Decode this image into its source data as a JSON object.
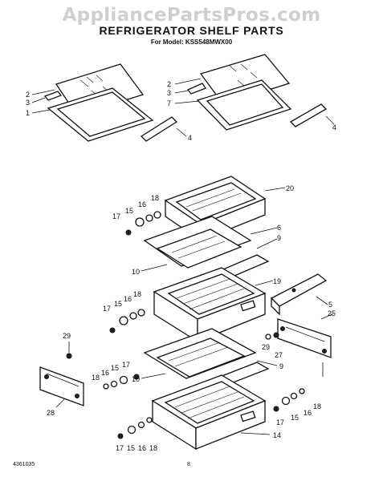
{
  "watermark": "AppliancePartsPros.com",
  "title": "REFRIGERATOR SHELF PARTS",
  "model_line": "For Model: KSS548MWX00",
  "footer": {
    "doc_number": "4361035",
    "page_number": "8"
  },
  "callouts": {
    "top_left": [
      "2",
      "3",
      "1",
      "4"
    ],
    "top_right": [
      "2",
      "3",
      "7",
      "4"
    ],
    "upper_crisper": [
      "20",
      "18",
      "16",
      "15",
      "17",
      "6",
      "9",
      "10"
    ],
    "mid_crisper": [
      "19",
      "17",
      "15",
      "16",
      "18"
    ],
    "right_bracket": [
      "5",
      "25",
      "29",
      "27"
    ],
    "left_bracket": [
      "29",
      "28",
      "18",
      "16",
      "15",
      "17"
    ],
    "lower_crisper": [
      "9",
      "10",
      "14",
      "17",
      "15",
      "16",
      "18",
      "17",
      "15",
      "16",
      "18"
    ]
  }
}
